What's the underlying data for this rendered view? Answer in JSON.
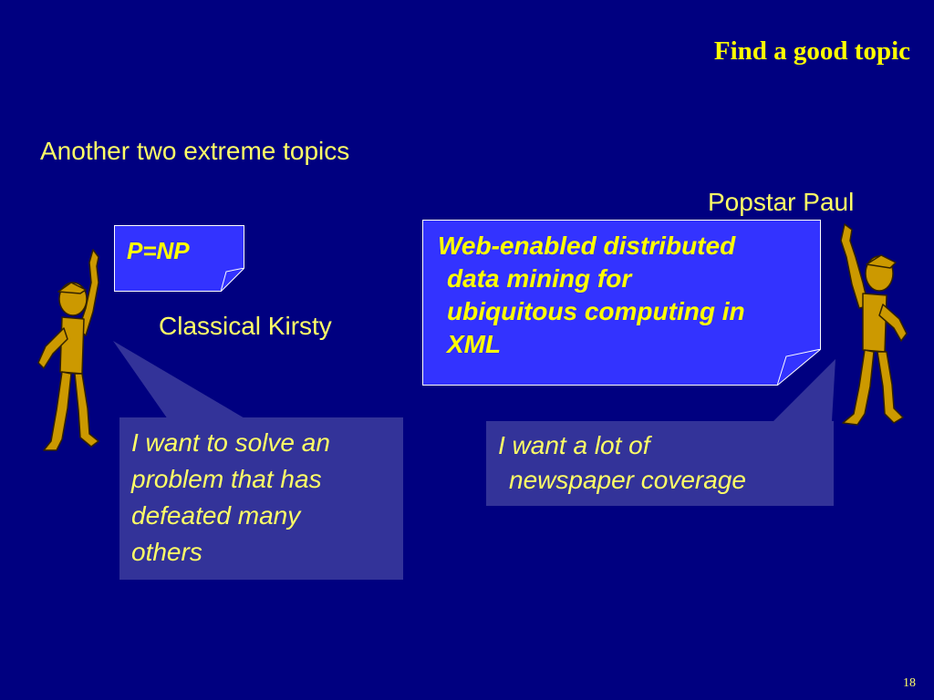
{
  "slide": {
    "title": "Find a good topic",
    "subtitle": "Another two extreme topics",
    "page_number": "18"
  },
  "left": {
    "name": "Classical Kirsty",
    "topic": "P=NP",
    "quote_lines": [
      "I want to solve an",
      "problem that has",
      "defeated many",
      "others"
    ]
  },
  "right": {
    "name": "Popstar Paul",
    "topic_lines": [
      "Web-enabled distributed",
      "data mining for",
      "ubiquitous computing in",
      "XML"
    ],
    "quote_lines": [
      "I want a lot of",
      "newspaper coverage"
    ]
  },
  "colors": {
    "background": "#000080",
    "title": "#FFFF00",
    "text": "#FFFF66",
    "note_fill": "#3333FF",
    "bubble_fill": "#333399",
    "figure": "#CC9900"
  },
  "icons": [
    "stick-figure-pointing-left",
    "stick-figure-pointing-right"
  ]
}
